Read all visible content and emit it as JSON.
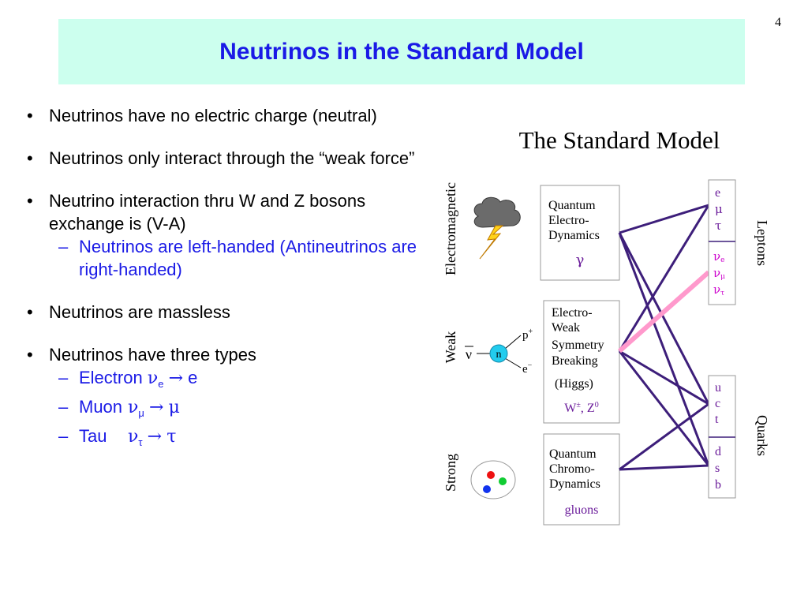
{
  "slide_number": "4",
  "title": "Neutrinos in the Standard Model",
  "bullets": {
    "b1": "Neutrinos have no electric charge (neutral)",
    "b2": "Neutrinos only interact through the “weak force”",
    "b3": "Neutrino interaction thru W and Z bosons exchange is (V-A)",
    "b3_sub": "Neutrinos are left-handed (Antineutrinos are right-handed)",
    "b4": "Neutrinos are massless",
    "b5": "Neutrinos have three types",
    "types": [
      {
        "name": "Electron",
        "nu": "ν",
        "sub": "e",
        "arrow": "→",
        "lepton": "e"
      },
      {
        "name": "Muon",
        "nu": "ν",
        "sub": "μ",
        "arrow": "→",
        "lepton": "μ"
      },
      {
        "name": "Tau",
        "nu": "ν",
        "sub": "τ",
        "arrow": "→",
        "lepton": "τ"
      }
    ]
  },
  "diagram": {
    "title": "The Standard Model",
    "forces": {
      "em": "Electromagnetic",
      "weak": "Weak",
      "strong": "Strong"
    },
    "boxes": {
      "qed": [
        "Quantum",
        "Electro-",
        "Dynamics"
      ],
      "qed_boson": "γ",
      "ew": [
        "Electro-",
        "Weak",
        "Symmetry",
        "Breaking"
      ],
      "ew_higgs": "(Higgs)",
      "ew_boson": "W±, Z0",
      "qcd": [
        "Quantum",
        "Chromo-",
        "Dynamics"
      ],
      "qcd_boson": "gluons"
    },
    "weak_icon": {
      "nubar": "ν",
      "n": "n",
      "p": "p+",
      "e": "e−"
    },
    "leptons_label": "Leptons",
    "quarks_label": "Quarks",
    "charged_leptons": [
      "e",
      "μ",
      "τ"
    ],
    "neutrinos": [
      {
        "nu": "ν",
        "sub": "e"
      },
      {
        "nu": "ν",
        "sub": "μ"
      },
      {
        "nu": "ν",
        "sub": "τ"
      }
    ],
    "up_quarks": [
      "u",
      "c",
      "t"
    ],
    "down_quarks": [
      "d",
      "s",
      "b"
    ],
    "colors": {
      "title_blue": "#1a1ae6",
      "title_bg": "#ccffee",
      "line": "#3d1e7a",
      "neutrino_line": "#ff99cc",
      "neutrino_text": "#cc00cc",
      "boson_text": "#6a1b9a"
    }
  }
}
